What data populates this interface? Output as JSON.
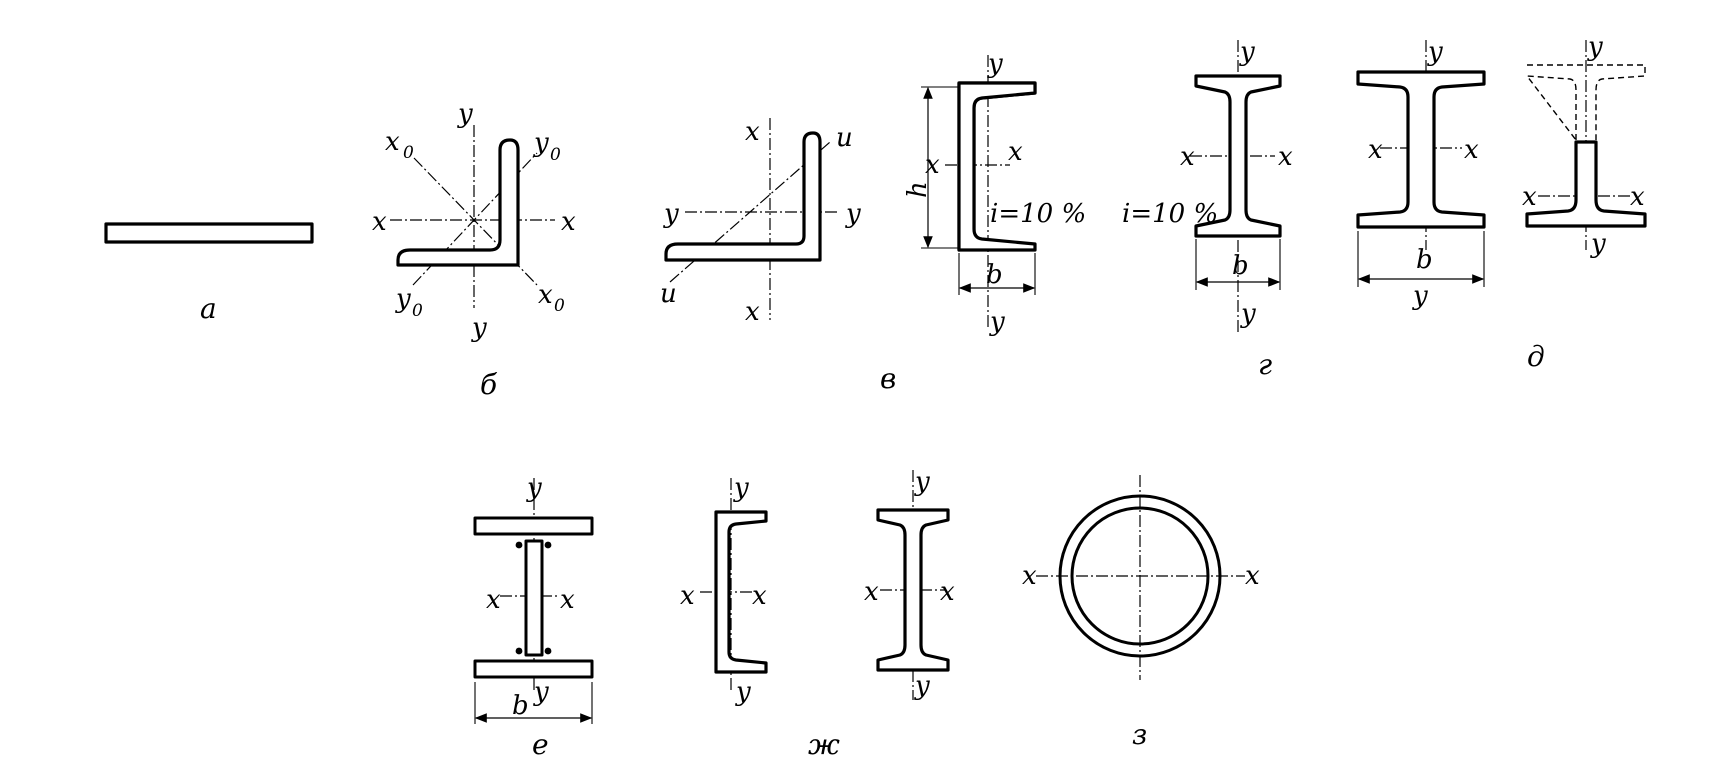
{
  "diagram": {
    "axes": {
      "x": "x",
      "y": "y",
      "x0": "x",
      "y0": "y",
      "zero": "0",
      "u": "u"
    },
    "dims": {
      "h": "h",
      "b": "b"
    },
    "slope": "i=10 %",
    "captions": {
      "a": "а",
      "b": "б",
      "v": "в",
      "g": "г",
      "d": "д",
      "e": "е",
      "zh": "ж",
      "z": "з"
    }
  }
}
